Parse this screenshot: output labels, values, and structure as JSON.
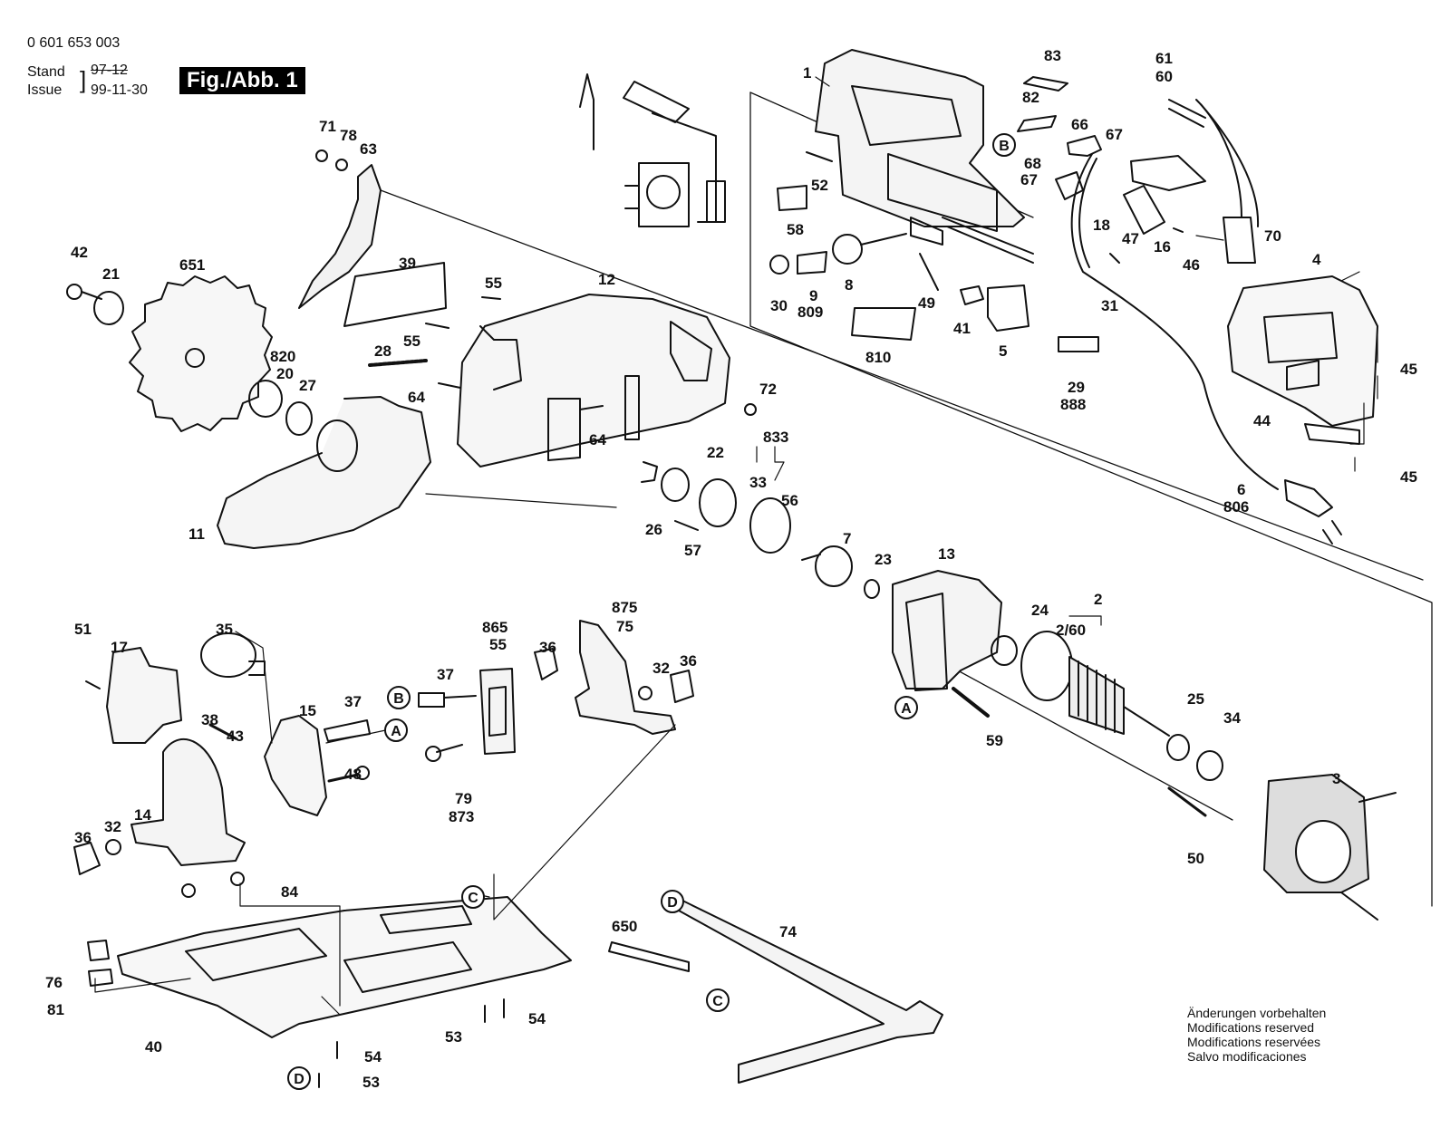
{
  "header": {
    "part_number": "0 601 653 003",
    "stand_label": "Stand",
    "stand_value": "97-12",
    "issue_label": "Issue",
    "issue_value": "99-11-30",
    "figure_title": "Fig./Abb. 1"
  },
  "callouts": {
    "A1": "A",
    "A2": "A",
    "B1": "B",
    "B2": "B",
    "C1": "C",
    "C2": "C",
    "D1": "D",
    "D2": "D"
  },
  "labels": {
    "l1": "1",
    "l83": "83",
    "l61": "61",
    "l60": "60",
    "l82": "82",
    "l66": "66",
    "l67a": "67",
    "l68": "68",
    "l67b": "67",
    "l52": "52",
    "l58": "58",
    "l18": "18",
    "l47": "47",
    "l16": "16",
    "l46": "46",
    "l70": "70",
    "l8": "8",
    "l30": "30",
    "l9": "9",
    "l809": "809",
    "l49": "49",
    "l41": "41",
    "l5": "5",
    "l810": "810",
    "l31": "31",
    "l29": "29",
    "l888": "888",
    "l4": "4",
    "l45a": "45",
    "l44": "44",
    "l45b": "45",
    "l6": "6",
    "l806": "806",
    "l71": "71",
    "l78": "78",
    "l63": "63",
    "l42": "42",
    "l21": "21",
    "l651": "651",
    "l39": "39",
    "l55a": "55",
    "l12": "12",
    "l28": "28",
    "l55b": "55",
    "l820": "820",
    "l20": "20",
    "l27": "27",
    "l64a": "64",
    "l64b": "64",
    "l72": "72",
    "l833": "833",
    "l22": "22",
    "l33": "33",
    "l56": "56",
    "l26": "26",
    "l57": "57",
    "l11": "11",
    "l7": "7",
    "l23": "23",
    "l13": "13",
    "l24": "24",
    "l2": "2",
    "l260": "2/60",
    "l25": "25",
    "l34": "34",
    "l3": "3",
    "l50": "50",
    "l59": "59",
    "l51": "51",
    "l17": "17",
    "l35": "35",
    "l15": "15",
    "l38": "38",
    "l43": "43",
    "l37a": "37",
    "l48": "48",
    "l37b": "37",
    "l865": "865",
    "l55c": "55",
    "l36a": "36",
    "l875": "875",
    "l75": "75",
    "l32a": "32",
    "l36b": "36",
    "l79": "79",
    "l873": "873",
    "l36c": "36",
    "l32b": "32",
    "l14": "14",
    "l84": "84",
    "l76": "76",
    "l81": "81",
    "l40": "40",
    "l53a": "53",
    "l54a": "54",
    "l54b": "54",
    "l53b": "53",
    "l650": "650",
    "l74": "74"
  },
  "notes": [
    "Änderungen vorbehalten",
    "Modifications reserved",
    "Modifications reservées",
    "Salvo modificaciones"
  ]
}
